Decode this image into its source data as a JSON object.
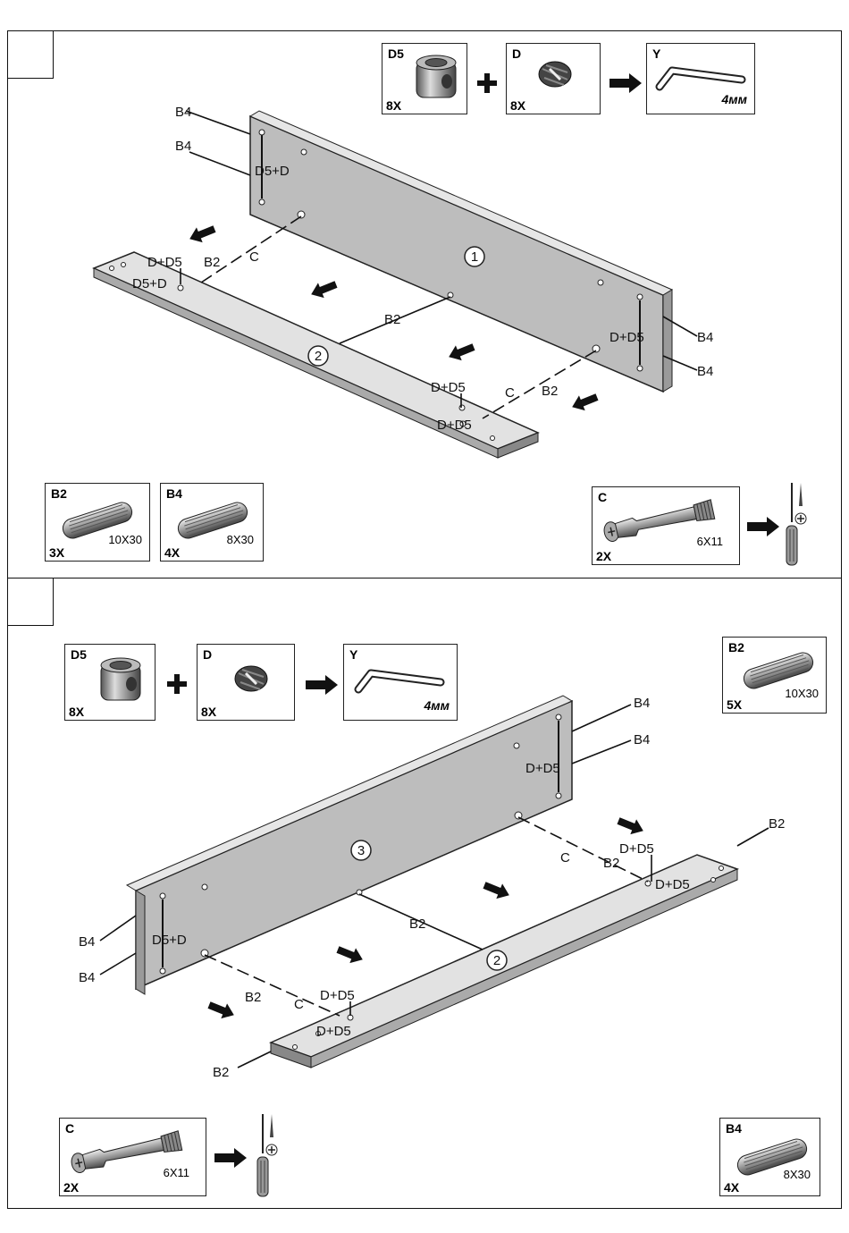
{
  "step1": {
    "parts_top": [
      {
        "code": "D5",
        "qty": "8X"
      },
      {
        "code": "D",
        "qty": "8X"
      },
      {
        "code": "Y",
        "unit": "4мм"
      }
    ],
    "panel_number": "1",
    "rail_number": "2",
    "labels": {
      "b4": "B4",
      "b2": "B2",
      "c": "C",
      "d5_d": "D5+D",
      "d_d5": "D+D5"
    },
    "parts_bottom": [
      {
        "code": "B2",
        "qty": "3X",
        "size": "10X30"
      },
      {
        "code": "B4",
        "qty": "4X",
        "size": "8X30"
      },
      {
        "code": "C",
        "qty": "2X",
        "size": "6X11"
      }
    ]
  },
  "step2": {
    "parts_top": [
      {
        "code": "D5",
        "qty": "8X"
      },
      {
        "code": "D",
        "qty": "8X"
      },
      {
        "code": "Y",
        "unit": "4мм"
      },
      {
        "code": "B2",
        "qty": "5X",
        "size": "10X30"
      }
    ],
    "panel_number": "3",
    "rail_number": "2",
    "labels": {
      "b4": "B4",
      "b2": "B2",
      "c": "C",
      "d5_d": "D5+D",
      "d_d5": "D+D5"
    },
    "parts_bottom": [
      {
        "code": "C",
        "qty": "2X",
        "size": "6X11"
      },
      {
        "code": "B4",
        "qty": "4X",
        "size": "8X30"
      }
    ]
  }
}
